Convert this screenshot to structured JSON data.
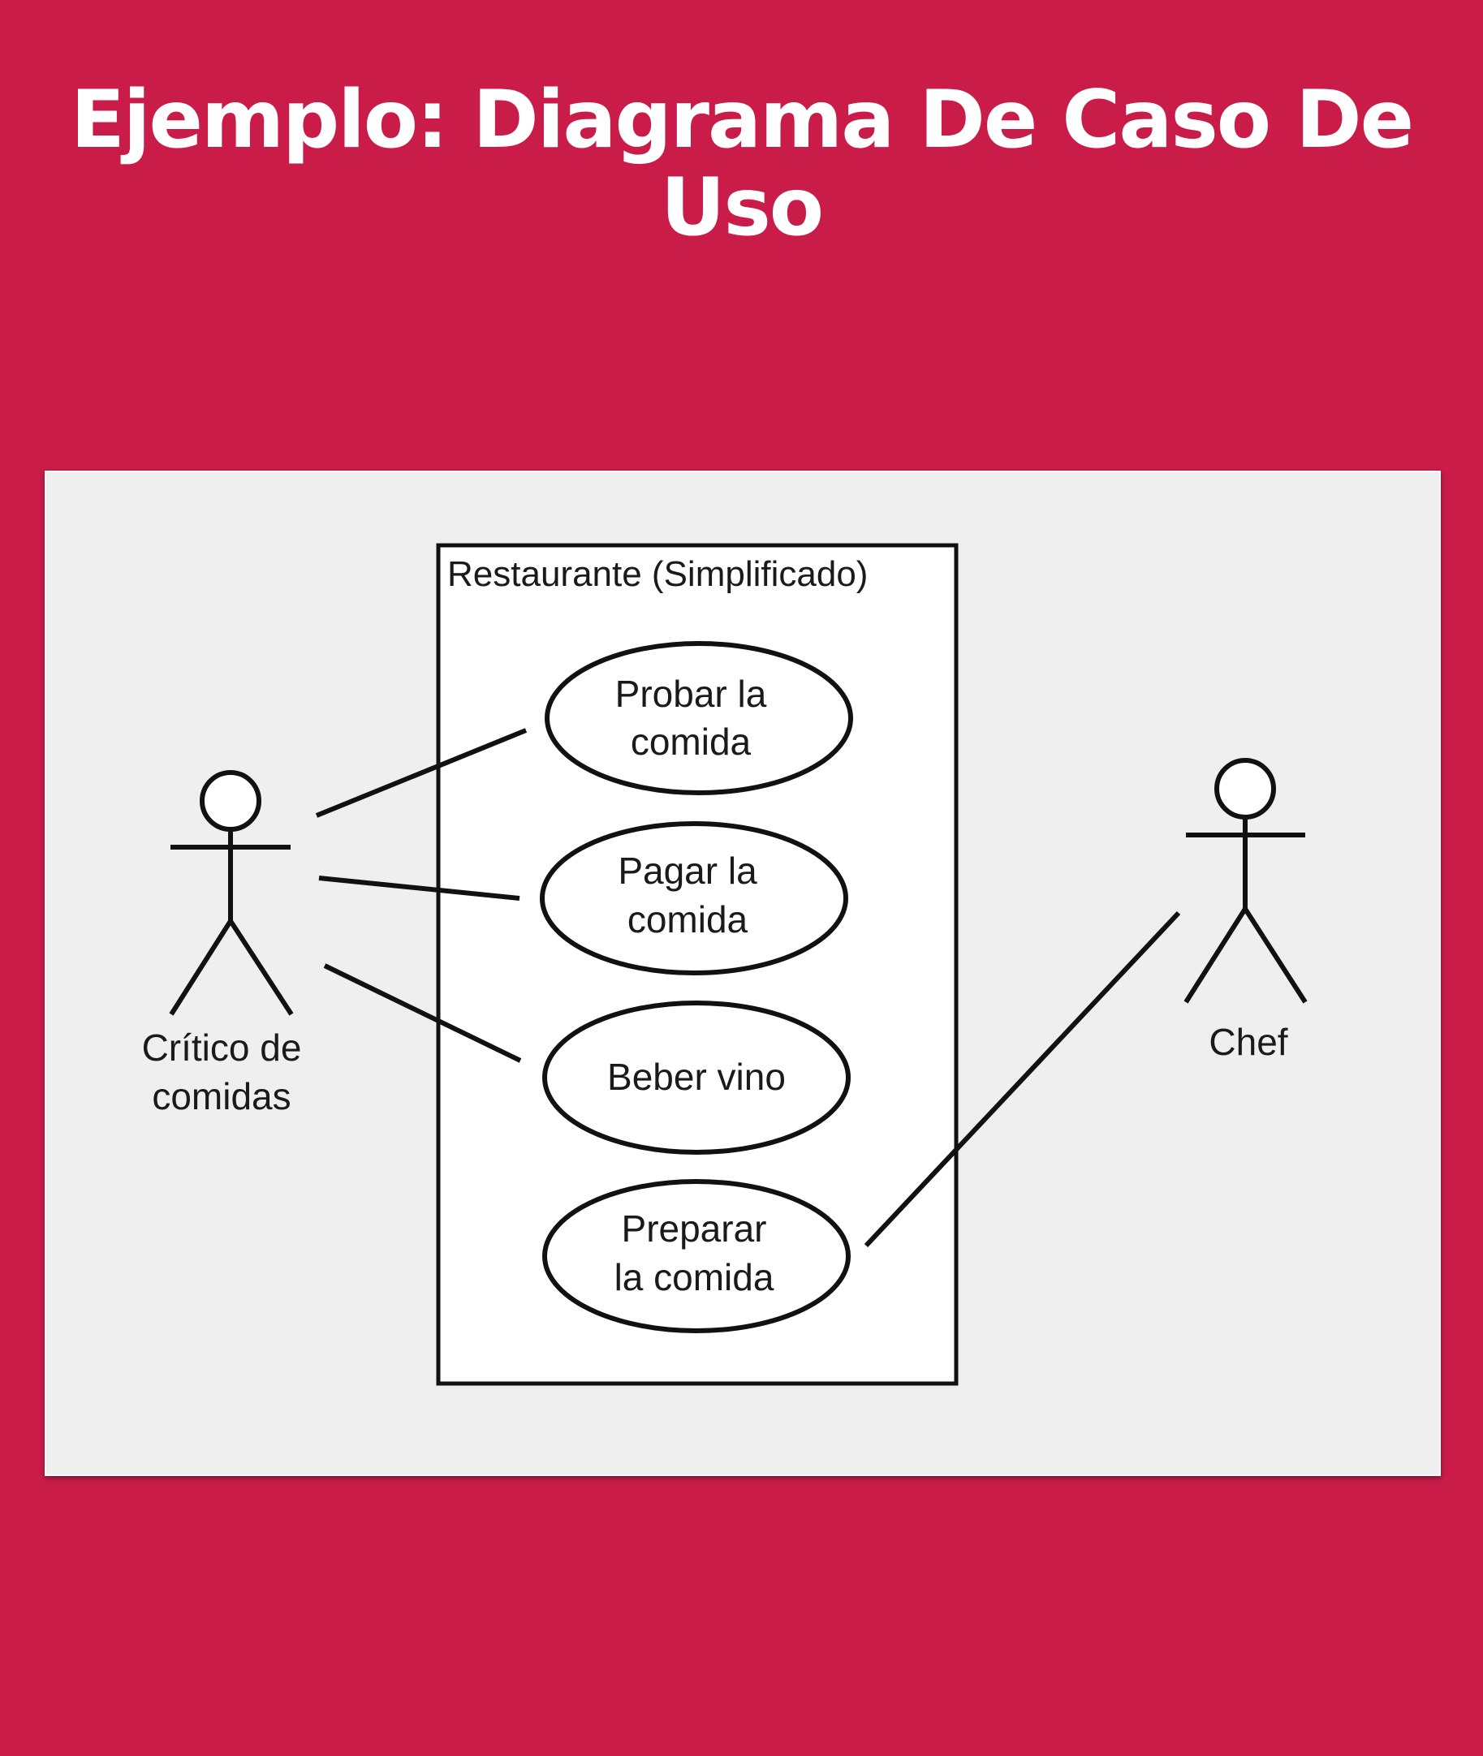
{
  "title": "Ejemplo: Diagrama De Caso De Uso",
  "diagram": {
    "system_label": "Restaurante (Simplificado)",
    "actors": [
      {
        "id": "critic",
        "label_line1": "Crítico de",
        "label_line2": "comidas"
      },
      {
        "id": "chef",
        "label_line1": "Chef",
        "label_line2": ""
      }
    ],
    "use_cases": [
      {
        "id": "probar",
        "line1": "Probar la",
        "line2": "comida"
      },
      {
        "id": "pagar",
        "line1": "Pagar la",
        "line2": "comida"
      },
      {
        "id": "beber",
        "line1": "Beber vino",
        "line2": ""
      },
      {
        "id": "preparar",
        "line1": "Preparar",
        "line2": "la comida"
      }
    ],
    "associations": [
      {
        "actor": "critic",
        "use_case": "probar"
      },
      {
        "actor": "critic",
        "use_case": "pagar"
      },
      {
        "actor": "critic",
        "use_case": "beber"
      },
      {
        "actor": "chef",
        "use_case": "preparar"
      }
    ],
    "colors": {
      "background": "#c91c49",
      "panel": "#efefef",
      "system_box": "#ffffff",
      "stroke": "#111111"
    }
  }
}
